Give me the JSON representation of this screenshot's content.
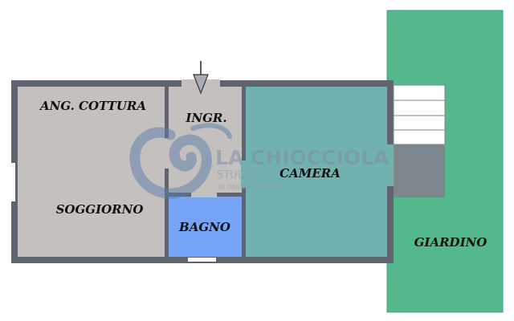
{
  "colors": {
    "garden": "#53b88c",
    "garden_border": "#40a378",
    "living": "#c4c0bd",
    "entrance": "#c4c0bd",
    "bathroom": "#76a4f6",
    "bedroom": "#72b2ae",
    "walls": "#5f6470",
    "stair_dark": "#7d868c",
    "stair_light": "#ffffff",
    "logo": "#7d8fa8"
  },
  "rooms": {
    "kitchen_label": "ANG. COTTURA",
    "living_label": "SOGGIORNO",
    "entrance_label": "INGR.",
    "bathroom_label": "BAGNO",
    "bedroom_label": "CAMERA",
    "garden_label": "GIARDINO"
  },
  "icons": {
    "entrance_arrow": "arrow-down-icon",
    "watermark": "snail-logo-icon"
  },
  "watermark": {
    "brand": "LA CHIOCCIOLA",
    "sub": "STUDIO IM",
    "owner": "DI DANIELA BALDINI"
  }
}
